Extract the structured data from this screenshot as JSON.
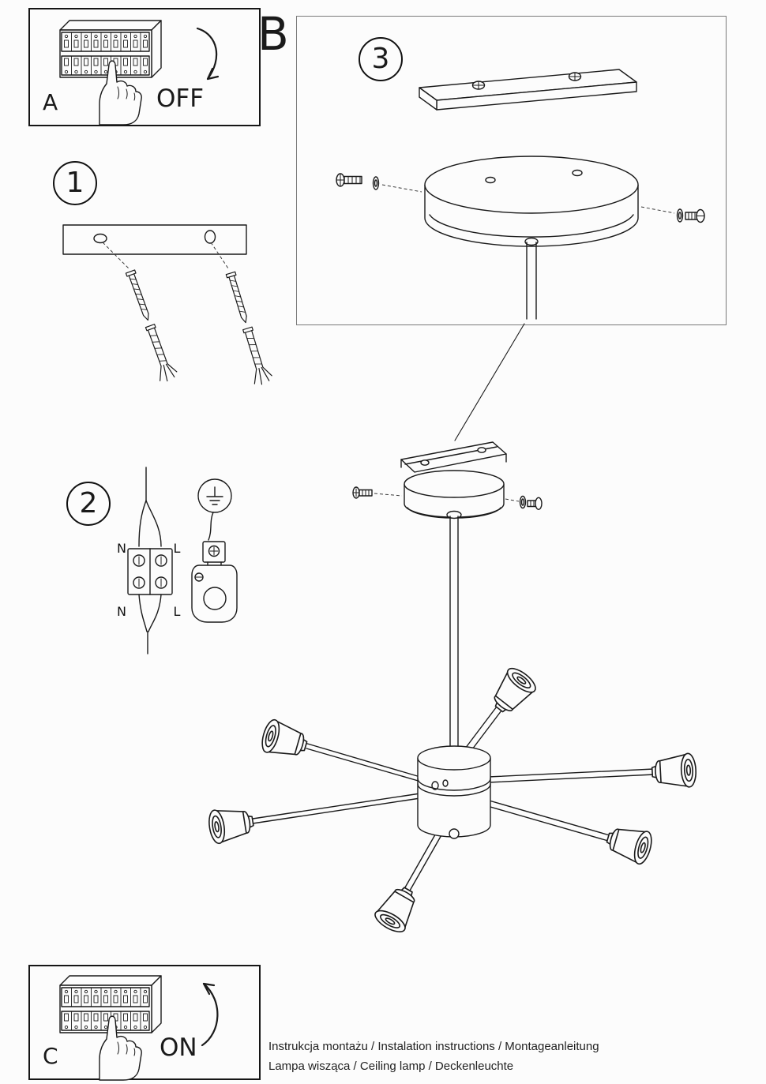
{
  "page": {
    "paper_color": "#fcfcfc",
    "ink_color": "#1a1a1a"
  },
  "sections": {
    "panel_a": {
      "label": "A",
      "action": "OFF"
    },
    "panel_c": {
      "label": "C",
      "action": "ON"
    },
    "section_b_label": "B",
    "step_1": {
      "number": "1"
    },
    "step_2": {
      "number": "2",
      "wire_top_left": "N",
      "wire_top_right": "L",
      "wire_bottom_left": "N",
      "wire_bottom_right": "L"
    },
    "step_3": {
      "number": "3"
    }
  },
  "footer": {
    "line1": "Instrukcja montażu / Instalation instructions / Montageanleitung",
    "line2": "Lampa wisząca / Ceiling lamp / Deckenleuchte"
  }
}
